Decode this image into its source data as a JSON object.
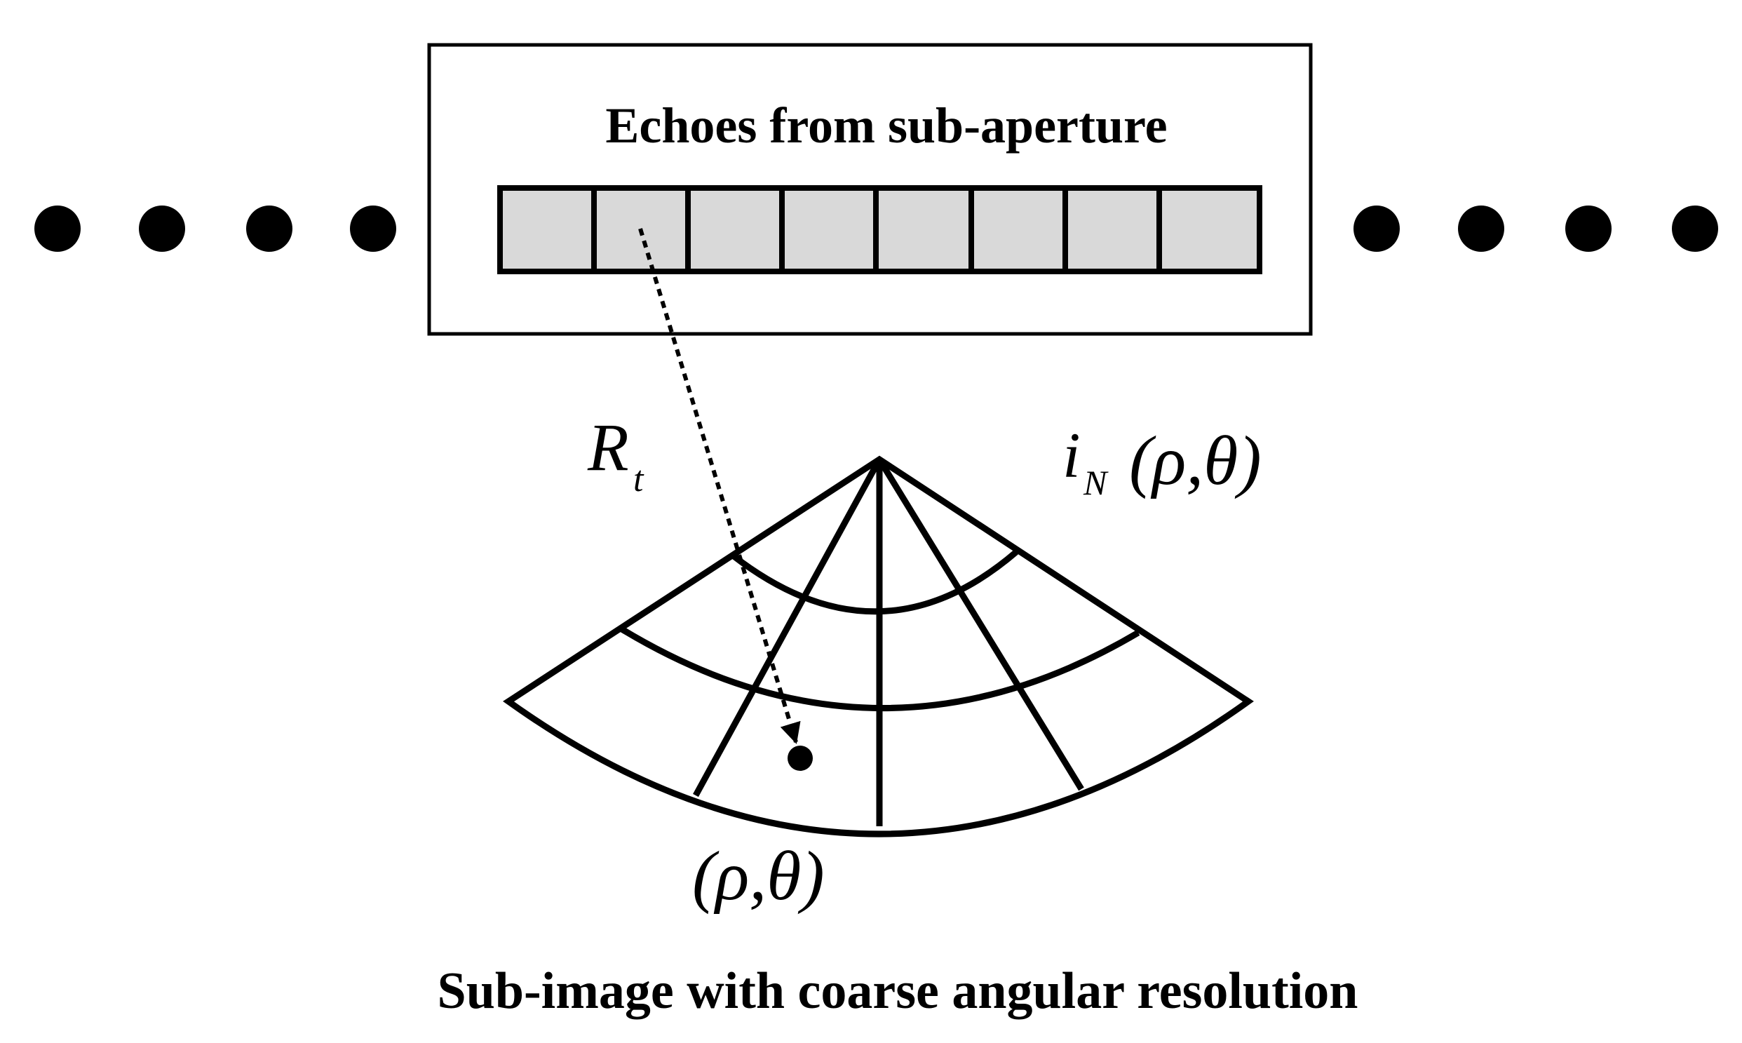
{
  "box_title": "Echoes from sub-aperture",
  "caption": "Sub-image with coarse angular resolution",
  "echo_cell_count": 8,
  "dots_each_side": 4,
  "range_label": {
    "main": "R",
    "sub": "t"
  },
  "subimage_label": {
    "main": "i",
    "sub": "N",
    "args": "(ρ,θ)"
  },
  "pixel_label": "(ρ,θ)",
  "colors": {
    "cell_fill": "#d9d9d9",
    "stroke": "#000000",
    "background": "#ffffff"
  }
}
